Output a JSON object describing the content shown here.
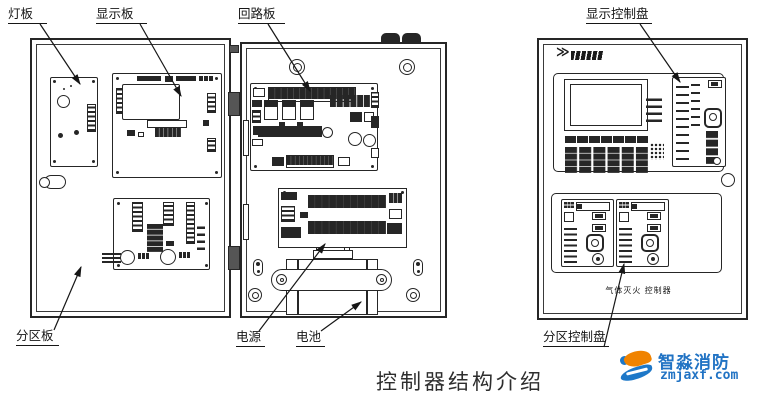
{
  "title": "控制器结构介绍",
  "figure_left": {
    "callouts": {
      "lamp_board": "灯板",
      "display_board": "显示板",
      "loop_board": "回路板",
      "zone_board": "分区板",
      "power_supply": "电源",
      "battery": "电池"
    }
  },
  "figure_right": {
    "callouts": {
      "display_control_panel": "显示控制盘",
      "zone_control_panel": "分区控制盘"
    },
    "panel_print": "气体灭火 控制器"
  },
  "watermark": {
    "brand": "智淼消防",
    "site": "zmjaxf.com",
    "text_color": "#2173c4",
    "icon_orange": "#f08300",
    "icon_blue": "#1e78c8"
  },
  "icons": {
    "brand_mark": "≫"
  },
  "colors": {
    "line": "#262626",
    "background": "#ffffff"
  }
}
